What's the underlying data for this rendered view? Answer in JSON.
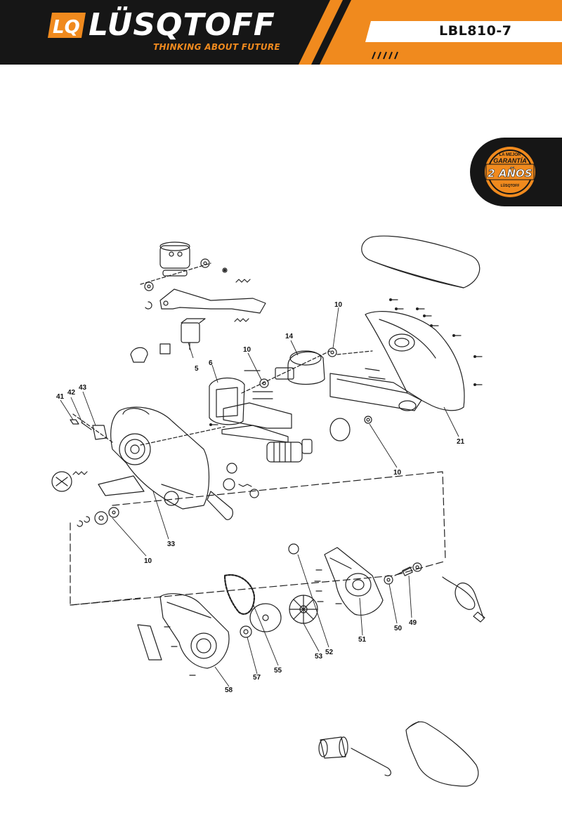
{
  "header": {
    "brand_name": "LÜSQTOFF",
    "brand_mark": "LQ",
    "tagline": "THINKING ABOUT FUTURE",
    "model": "LBL810-7",
    "colors": {
      "accent": "#f08a1e",
      "dark": "#161616",
      "light": "#ffffff"
    }
  },
  "warranty_badge": {
    "line1": "LA MEJOR",
    "line2": "GARANTÍA",
    "line3": "2 AÑOS",
    "line4": "LÜSQTOFF",
    "icon": "warranty-seal-icon"
  },
  "diagram": {
    "part_labels": {
      "p10a": "10",
      "p14": "14",
      "p10b": "10",
      "p6": "6",
      "p5": "5",
      "p41": "41",
      "p42": "42",
      "p43": "43",
      "p21": "21",
      "p10c": "10",
      "p33": "33",
      "p10d": "10",
      "p52": "52",
      "p53": "53",
      "p51": "51",
      "p50": "50",
      "p49": "49",
      "p55": "55",
      "p57": "57",
      "p58": "58"
    }
  }
}
